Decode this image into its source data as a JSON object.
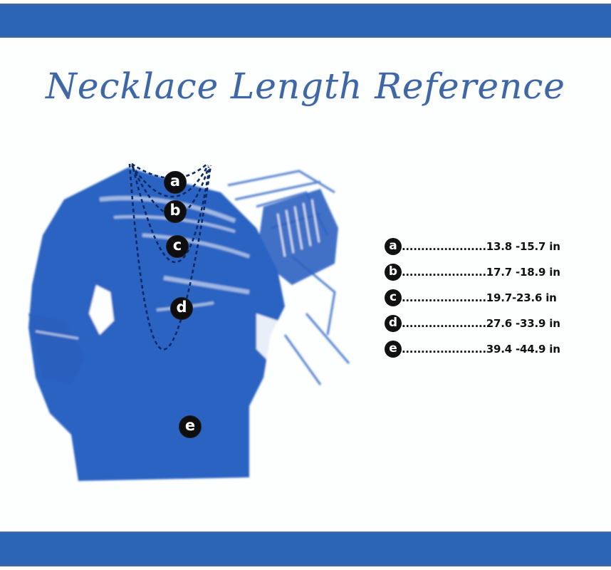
{
  "title": "Necklace Length Reference",
  "colors": {
    "bar": "#2c64b6",
    "title": "#3f67a6",
    "figure_blue": "#2c63c2",
    "badge": "#111111"
  },
  "figure": {
    "description": "blue-tinted fashion illustration of torso with dashed necklace lines",
    "markers": [
      {
        "label": "a"
      },
      {
        "label": "b"
      },
      {
        "label": "c"
      },
      {
        "label": "d"
      },
      {
        "label": "e"
      }
    ]
  },
  "legend": {
    "dots": "......................",
    "items": [
      {
        "label": "a",
        "range": "13.8 -15.7 in"
      },
      {
        "label": "b",
        "range": "17.7 -18.9 in"
      },
      {
        "label": "c",
        "range": "19.7-23.6 in"
      },
      {
        "label": "d",
        "range": "27.6 -33.9 in"
      },
      {
        "label": "e",
        "range": "39.4 -44.9 in"
      }
    ]
  }
}
